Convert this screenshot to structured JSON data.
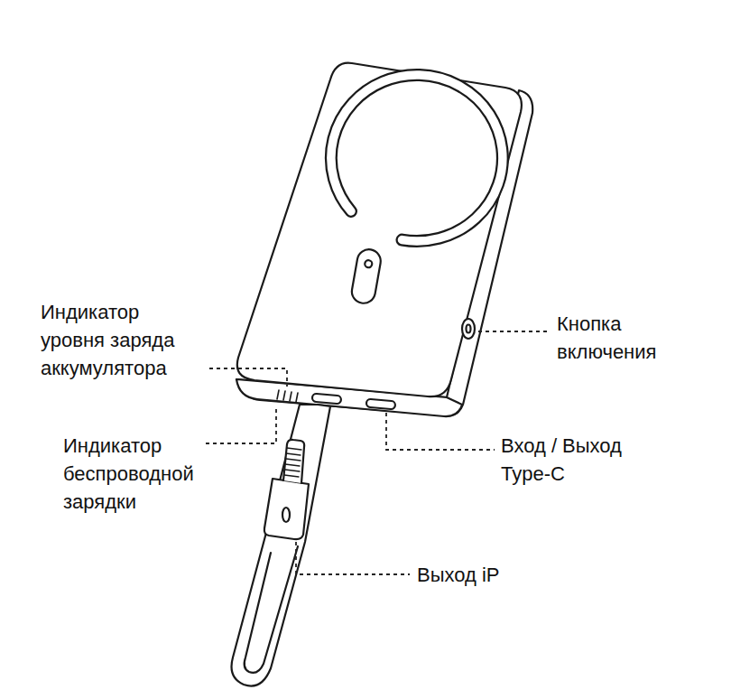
{
  "diagram": {
    "labels": [
      "Индикатор уровня заряда аккумулятора",
      "Кнопка включения",
      "Индикатор беспроводной зарядки",
      "Вход / Выход Type-C",
      "Выход iP"
    ]
  }
}
